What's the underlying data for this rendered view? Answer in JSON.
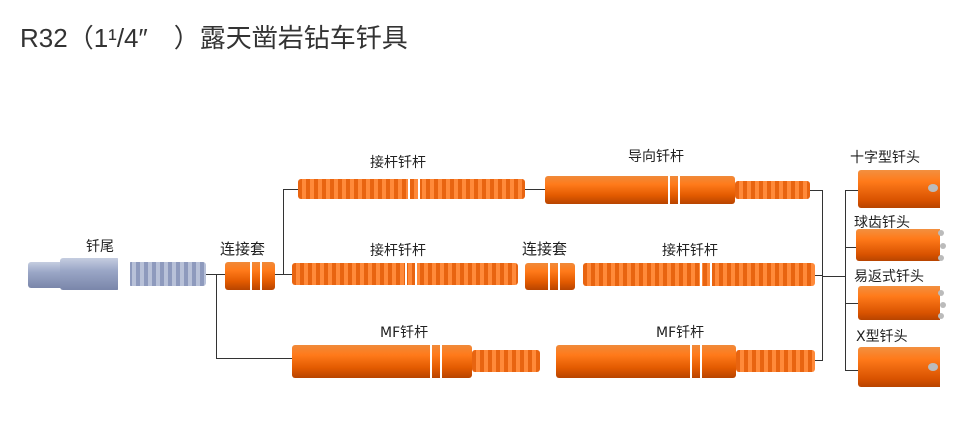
{
  "title": "R32（1¹/4″　）露天凿岩钻车钎具",
  "labels": {
    "shank": "钎尾",
    "coupling1": "连接套",
    "ext_rod_top": "接杆钎杆",
    "guide_rod": "导向钎杆",
    "ext_rod_mid1": "接杆钎杆",
    "coupling2": "连接套",
    "ext_rod_mid2": "接杆钎杆",
    "mf_rod1": "MF钎杆",
    "mf_rod2": "MF钎杆",
    "bit_cross": "十字型钎头",
    "bit_button": "球齿钎头",
    "bit_retrac": "易返式钎头",
    "bit_x": "X型钎头"
  },
  "colors": {
    "rod": "#ff7a1a",
    "shank": "#9aa6c6"
  }
}
